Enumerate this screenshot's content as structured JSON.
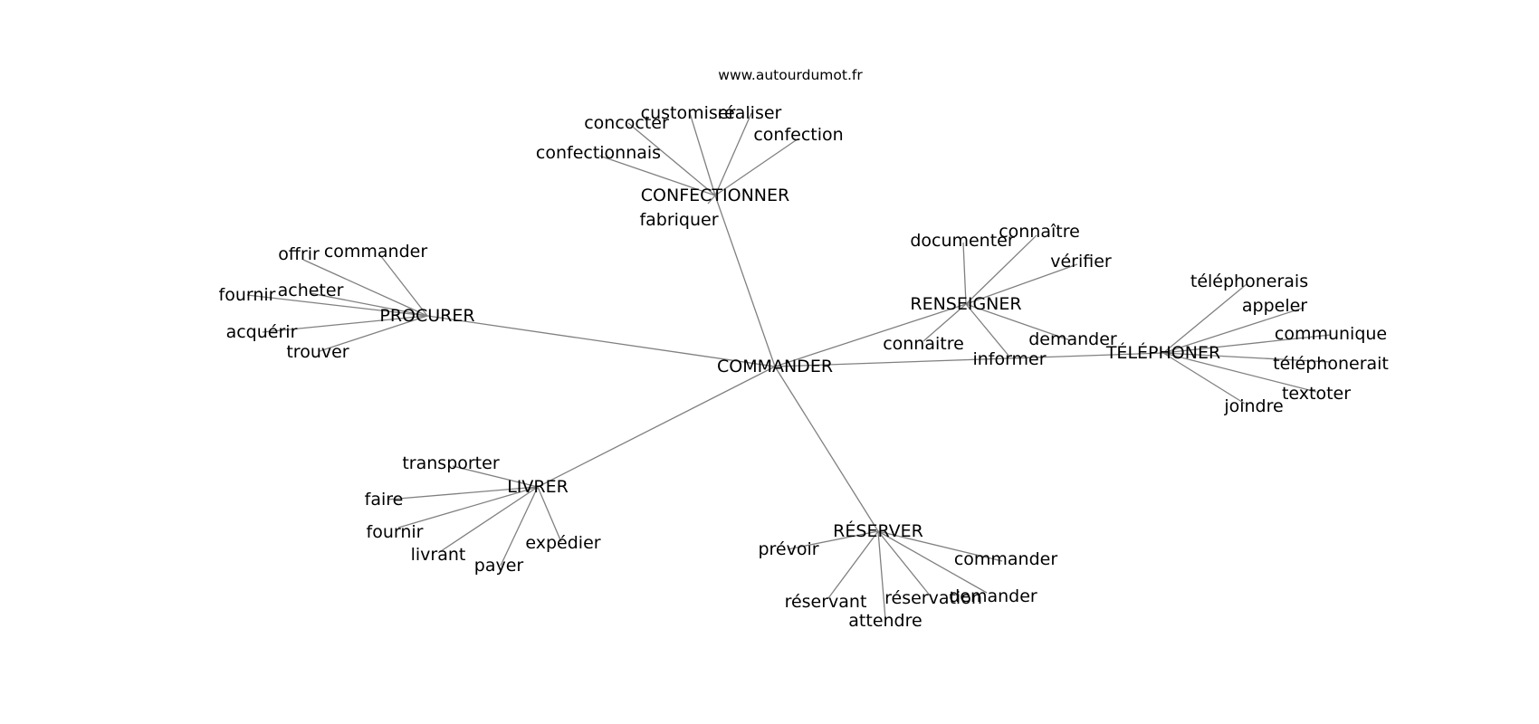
{
  "watermark": "www.autourdumot.fr",
  "colors": {
    "edge": "#808080",
    "text": "#000000",
    "background": "#ffffff"
  },
  "graph": {
    "center": "COMMANDER",
    "clusters": [
      {
        "hub": "CONFECTIONNER",
        "leaves": [
          "customiser",
          "réaliser",
          "concocter",
          "confection",
          "confectionnais",
          "fabriquer"
        ]
      },
      {
        "hub": "PROCURER",
        "leaves": [
          "offrir",
          "commander",
          "acheter",
          "fournir",
          "acquérir",
          "trouver"
        ]
      },
      {
        "hub": "RENSEIGNER",
        "leaves": [
          "documenter",
          "connaître",
          "vérifier",
          "connaitre",
          "informer",
          "demander"
        ]
      },
      {
        "hub": "TÉLÉPHONER",
        "leaves": [
          "téléphonerais",
          "appeler",
          "communique",
          "téléphonerait",
          "textoter",
          "joindre"
        ]
      },
      {
        "hub": "LIVRER",
        "leaves": [
          "transporter",
          "faire",
          "fournir",
          "livrant",
          "payer",
          "expédier"
        ]
      },
      {
        "hub": "RÉSERVER",
        "leaves": [
          "prévoir",
          "commander",
          "réservant",
          "réservation",
          "demander",
          "attendre"
        ]
      }
    ]
  }
}
